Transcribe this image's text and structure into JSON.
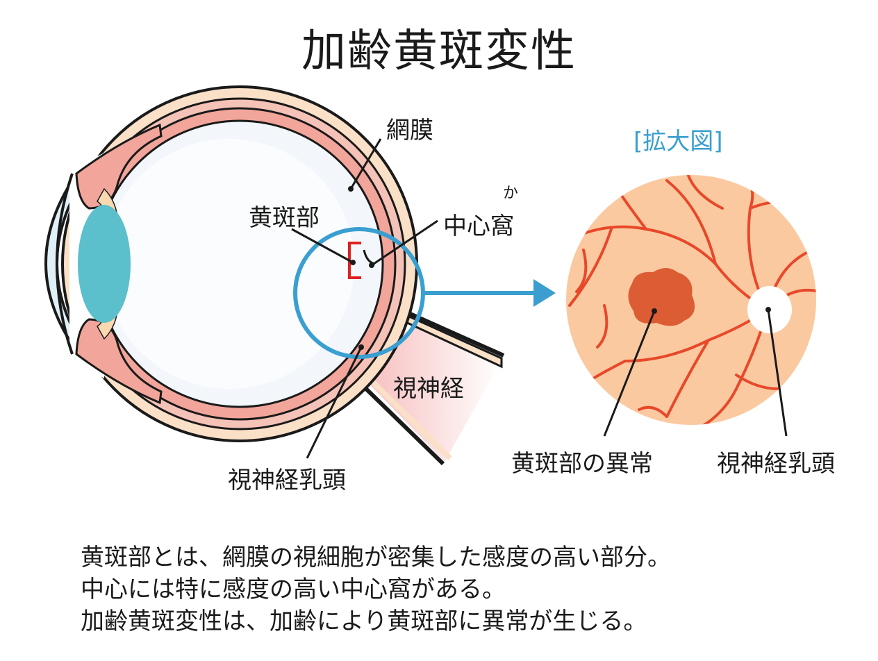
{
  "title": "加齢黄斑変性",
  "labels": {
    "retina": "網膜",
    "macula": "黄斑部",
    "fovea": "中心窩",
    "fovea_ruby": "か",
    "optic_nerve": "視神経",
    "optic_disc": "視神経乳頭",
    "enlarged": "[拡大図]",
    "macula_abnormal": "黄斑部の異常",
    "optic_disc_right": "視神経乳頭"
  },
  "description": [
    "黄斑部とは、網膜の視細胞が密集した感度の高い部分。",
    "中心には特に感度の高い中心窩がある。",
    "加齢黄斑変性は、加齢により黄斑部に異常が生じる。"
  ],
  "colors": {
    "highlight_circle": "#3a9fd0",
    "macula_bracket": "#e02020",
    "lens": "#5bbfcc",
    "retina_layer": "#f2a59a",
    "outer_layer": "#fbe0c8",
    "fundus": "#fbc9a0",
    "vessels": "#e8482a",
    "lesion": "#d9532a"
  }
}
